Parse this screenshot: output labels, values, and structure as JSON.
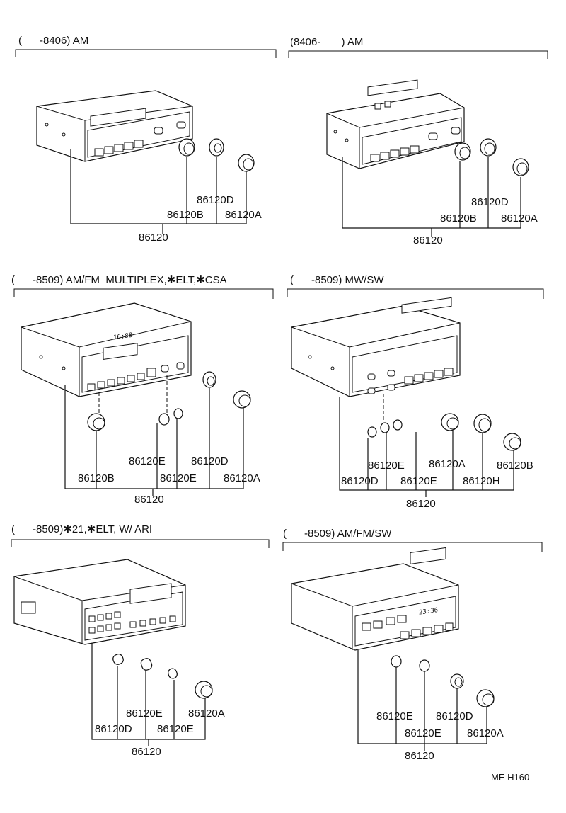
{
  "panels": [
    {
      "header": "(      -8406) AM",
      "labels": {
        "d": "86120D",
        "b": "86120B",
        "a": "86120A",
        "main": "86120"
      }
    },
    {
      "header": "(8406-       ) AM",
      "labels": {
        "d": "86120D",
        "b": "86120B",
        "a": "86120A",
        "main": "86120"
      }
    },
    {
      "header": "(      -8509) AM/FM  MULTIPLEX,✱ELT,✱CSA",
      "labels": {
        "b": "86120B",
        "e1": "86120E",
        "e2": "86120E",
        "d": "86120D",
        "a": "86120A",
        "main": "86120"
      },
      "display": "16:88"
    },
    {
      "header": "(      -8509) MW/SW",
      "labels": {
        "e": "86120E",
        "d": "86120D",
        "e2": "86120E",
        "a": "86120A",
        "h": "86120H",
        "b": "86120B",
        "main": "86120"
      }
    },
    {
      "header": "(      -8509)✱21,✱ELT, W/ ARI",
      "labels": {
        "e1": "86120E",
        "d": "86120D",
        "e2": "86120E",
        "a": "86120A",
        "main": "86120"
      }
    },
    {
      "header": "(      -8509) AM/FM/SW",
      "labels": {
        "e1": "86120E",
        "e2": "86120E",
        "d": "86120D",
        "a": "86120A",
        "main": "86120"
      },
      "display": "23:36"
    }
  ],
  "footer_code": "ME  H160"
}
